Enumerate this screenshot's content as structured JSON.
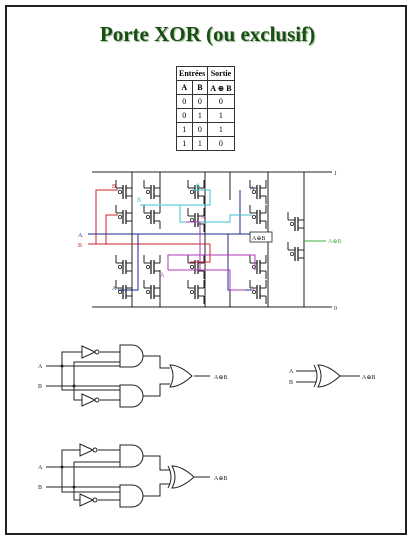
{
  "title": "Porte XOR (ou exclusif)",
  "truth_table": {
    "header_group": [
      "Entrées",
      "Sortie"
    ],
    "columns": [
      "A",
      "B",
      "A ⊕ B"
    ],
    "rows": [
      [
        "0",
        "0",
        "0"
      ],
      [
        "0",
        "1",
        "1"
      ],
      [
        "1",
        "0",
        "1"
      ],
      [
        "1",
        "1",
        "0"
      ]
    ]
  },
  "cmos_schematic": {
    "vdd_label": "1",
    "gnd_label": "0",
    "input_a": "A",
    "input_b": "B",
    "output": "A⊕B",
    "internal_output": "A⊕B",
    "gate_labels": [
      "B",
      "B̄",
      "Ā",
      "A",
      "B",
      "B̄",
      "Ā",
      "A",
      "A"
    ],
    "wire_colors": {
      "a": "#1c2a8c",
      "b": "#d2232a",
      "b_not": "#41c0d0",
      "a_not": "#b03ab8",
      "out": "#3caf3c"
    }
  },
  "gate_diagram_1": {
    "input_a": "A",
    "input_b": "B",
    "output": "A⊕B"
  },
  "xor_symbol": {
    "input_a": "A",
    "input_b": "B",
    "output": "A⊕B"
  },
  "gate_diagram_2": {
    "input_a": "A",
    "input_b": "B",
    "output": "A⊕B"
  }
}
